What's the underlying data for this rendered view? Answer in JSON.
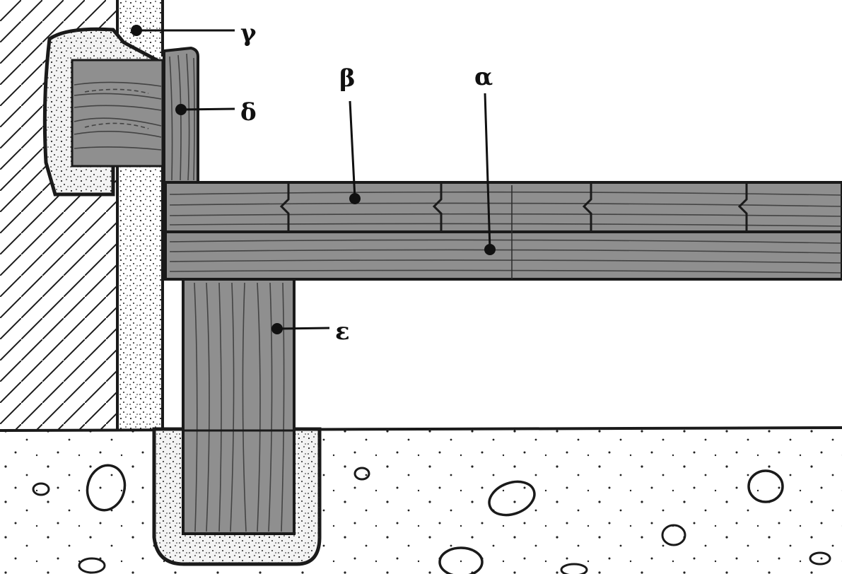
{
  "labels": {
    "alpha": "α",
    "beta": "β",
    "gamma": "γ",
    "delta": "δ",
    "epsilon": "ε"
  },
  "colors": {
    "wood": "#8f8f8f",
    "wood_light": "#9a9a9a",
    "mortar": "#f1f1f1",
    "ground": "#ffffff",
    "ink": "#1a1a1a"
  }
}
